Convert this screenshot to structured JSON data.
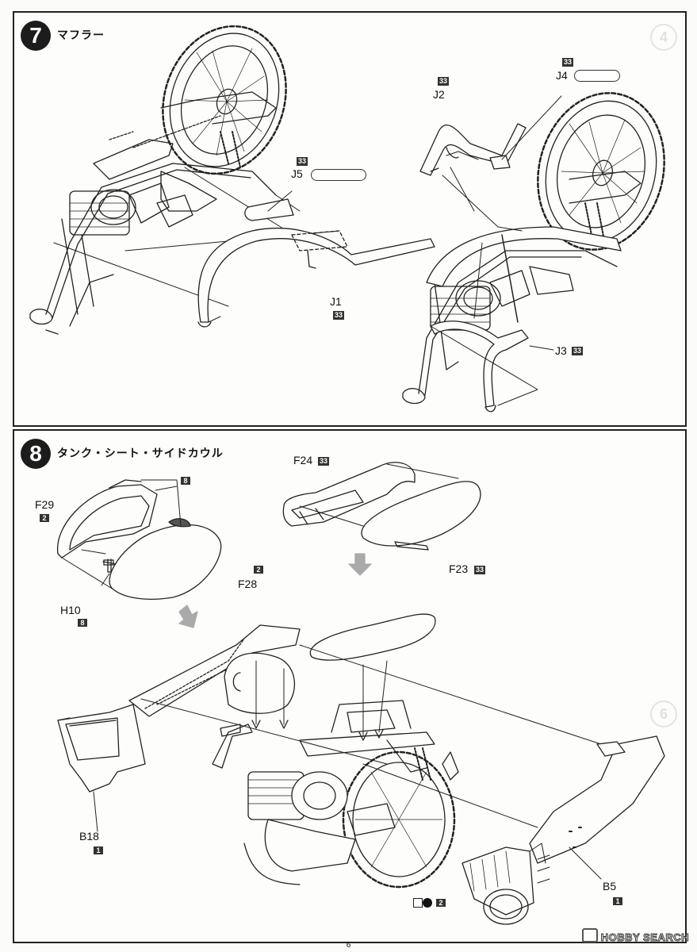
{
  "step7": {
    "number": "7",
    "title": "マフラー",
    "ghost_number": "4",
    "parts": {
      "J1": {
        "label": "J1",
        "box": "33"
      },
      "J2": {
        "label": "J2",
        "box": "33"
      },
      "J3": {
        "label": "J3",
        "box": "33"
      },
      "J4": {
        "label": "J4",
        "box": "33"
      },
      "J5": {
        "label": "J5",
        "box": "33"
      }
    }
  },
  "step8": {
    "number": "8",
    "title": "タンク・シート・サイドカウル",
    "ghost_number": "6",
    "parts": {
      "F24": {
        "label": "F24",
        "box": "33"
      },
      "F23": {
        "label": "F23",
        "box": "33"
      },
      "F29": {
        "label": "F29",
        "box": "2"
      },
      "F28": {
        "label": "F28",
        "box": "2"
      },
      "H10": {
        "label": "H10",
        "box": "8"
      },
      "B18": {
        "label": "B18",
        "box": "1"
      },
      "B5": {
        "label": "B5",
        "box": "1"
      }
    },
    "callout_box": "8",
    "paint_box": "2",
    "paint_icon": "two-tone-paint-icon"
  },
  "watermark": "HOBBY SEARCH",
  "page_number": "6",
  "colors": {
    "ink": "#222222",
    "badge": "#1c1c1c",
    "box": "#333333",
    "paper": "#fdfdfb"
  }
}
